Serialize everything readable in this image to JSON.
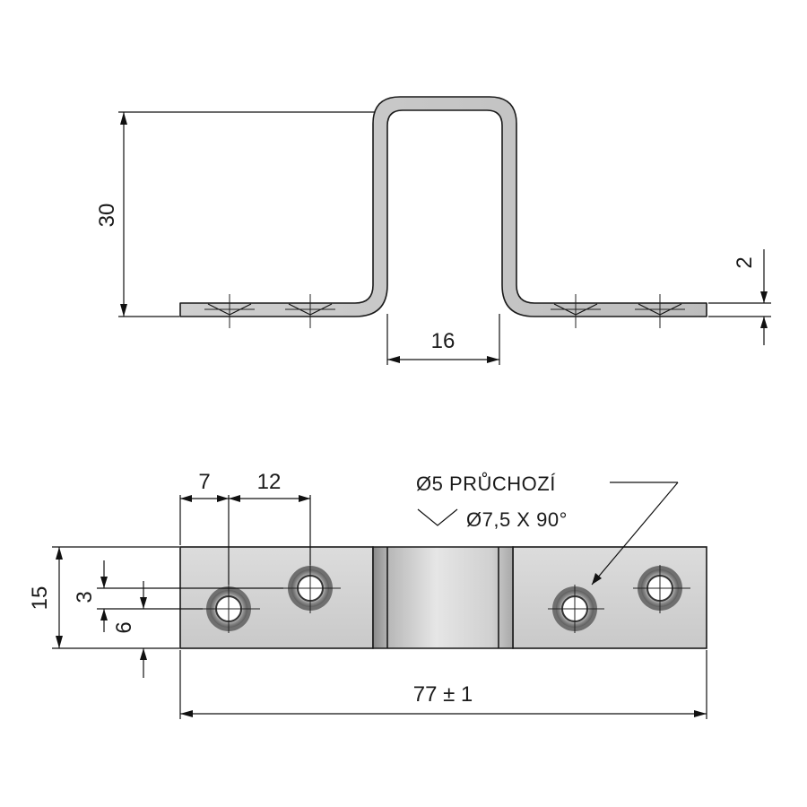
{
  "side_view": {
    "height_dim": "30",
    "thickness_dim": "2",
    "inner_width_dim": "16"
  },
  "top_view": {
    "hole_pitch_dim": "7",
    "hole_spacing_dim": "12",
    "width_dim": "15",
    "offset_dim_3": "3",
    "offset_dim_6": "6",
    "length_dim": "77 ± 1",
    "hole_note_line1": "Ø5 PRŮCHOZÍ",
    "hole_note_line2": "Ø7,5 X 90°"
  },
  "colors": {
    "metal_light": "#e2e2e2",
    "metal_mid": "#c8c8c8",
    "metal_dark": "#9c9c9c",
    "line": "#1a1a1a"
  }
}
